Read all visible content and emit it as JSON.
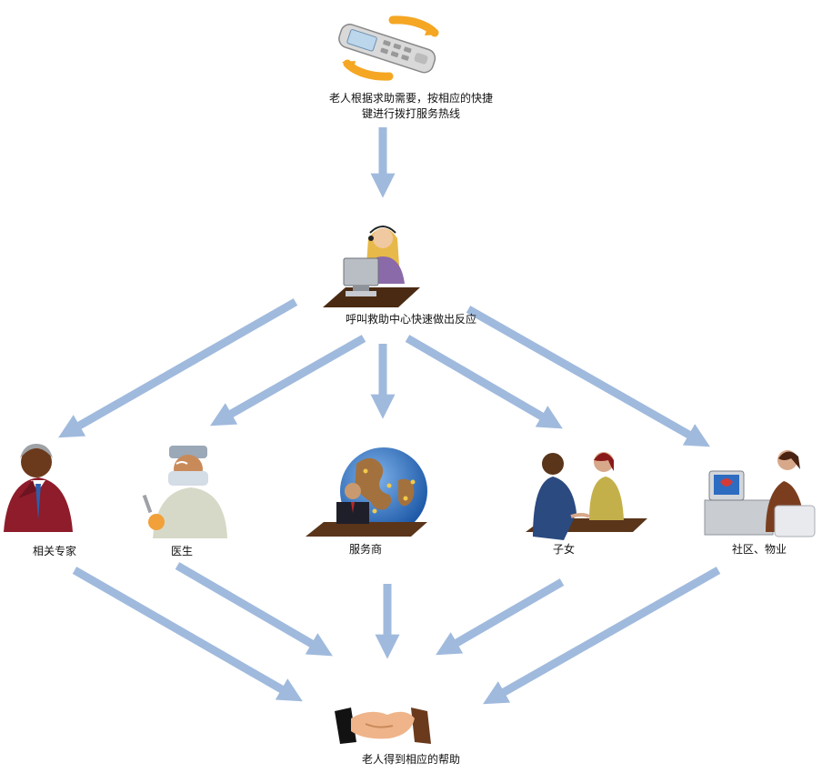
{
  "nodes": {
    "start": {
      "label_line1": "老人根据求助需要，按相应的快捷",
      "label_line2": "键进行拨打服务热线",
      "icon": "mobile-phone-icon"
    },
    "center": {
      "label": "呼叫救助中心快速做出反应",
      "icon": "call-center-operator-icon"
    },
    "responders": [
      {
        "label": "相关专家",
        "icon": "expert-person-icon"
      },
      {
        "label": "医生",
        "icon": "doctor-icon"
      },
      {
        "label": "服务商",
        "icon": "service-provider-globe-icon"
      },
      {
        "label": "子女",
        "icon": "children-couple-icon"
      },
      {
        "label": "社区、物业",
        "icon": "community-property-icon"
      }
    ],
    "end": {
      "label": "老人得到相应的帮助",
      "icon": "handshake-icon"
    }
  },
  "colors": {
    "arrow": "#9bb7dc",
    "phone_arrows": "#f5a623",
    "globe": "#3a7bc8"
  }
}
